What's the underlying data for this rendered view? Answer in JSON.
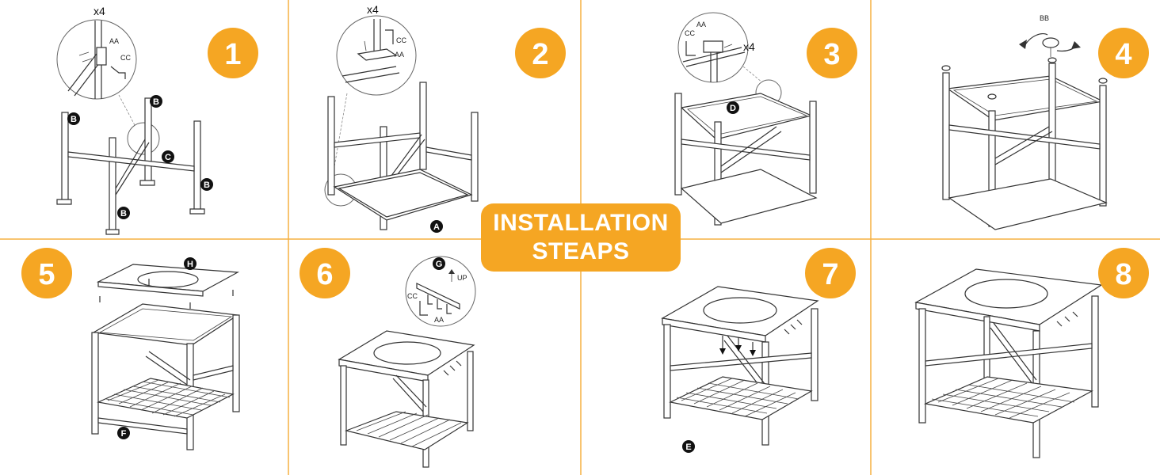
{
  "title": {
    "line1": "INSTALLATION",
    "line2": "STEAPS"
  },
  "steps": [
    {
      "number": "1",
      "qty": "x4",
      "labels": [
        "AA",
        "CC"
      ],
      "parts": [
        "B",
        "B",
        "B",
        "B",
        "C"
      ]
    },
    {
      "number": "2",
      "qty": "x4",
      "labels": [
        "CC",
        "AA"
      ],
      "parts": [
        "A"
      ]
    },
    {
      "number": "3",
      "qty": "x4",
      "labels": [
        "AA",
        "CC"
      ],
      "parts": [
        "D"
      ]
    },
    {
      "number": "4",
      "qty": "",
      "labels": [
        "BB"
      ],
      "parts": []
    },
    {
      "number": "5",
      "qty": "",
      "labels": [],
      "parts": [
        "H",
        "F"
      ]
    },
    {
      "number": "6",
      "qty": "",
      "labels": [
        "CC",
        "UP",
        "AA"
      ],
      "parts": [
        "G"
      ]
    },
    {
      "number": "7",
      "qty": "",
      "labels": [],
      "parts": [
        "E"
      ]
    },
    {
      "number": "8",
      "qty": "",
      "labels": [],
      "parts": []
    }
  ],
  "colors": {
    "accent": "#f5a623",
    "divider": "#f5b041",
    "ink": "#333333"
  }
}
